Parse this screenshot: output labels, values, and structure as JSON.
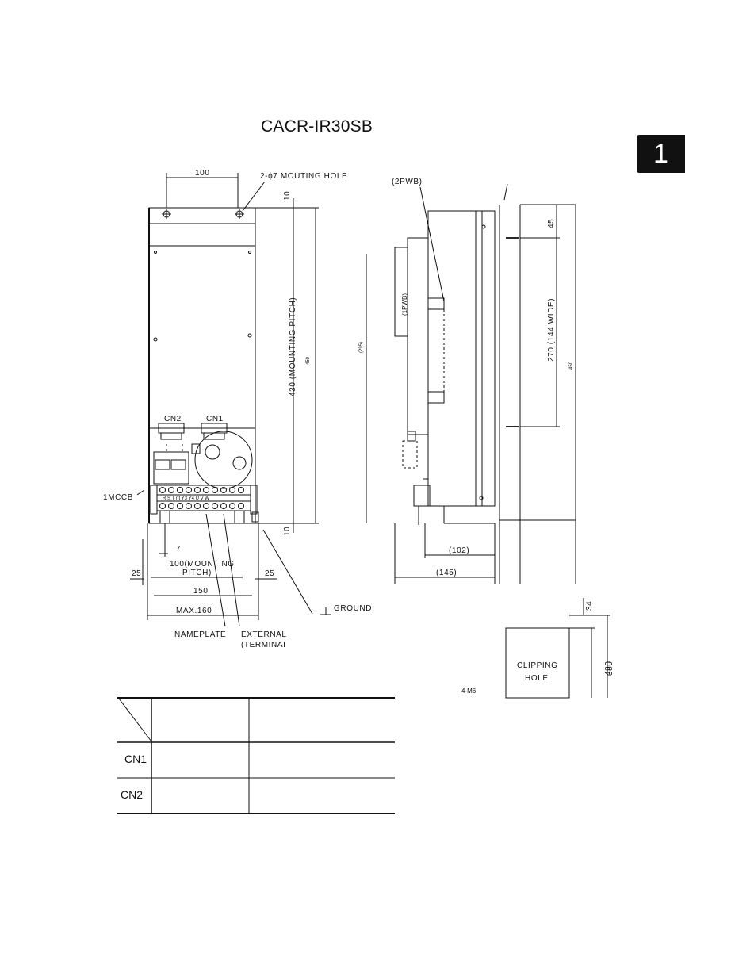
{
  "title": "CACR-IR30SB",
  "page_tab": "1",
  "front_view": {
    "top_dim": "100",
    "hole_note": "2-ϕ7 MOUTING HOLE",
    "top_gap": "10",
    "pitch_label": "430 (MOUNTING PITCH)",
    "height_label": "450",
    "connector_cn2": "CN2",
    "connector_cn1": "CN1",
    "mccb_label": "1MCCB",
    "terminal_labels": "R S T r t Y3 Y4 U V W",
    "bottom_gap": "10",
    "dim_7": "7",
    "mounting_pitch": "100(MOUNTING",
    "mounting_pitch_2": "PITCH)",
    "dim_25_left": "25",
    "dim_25_right": "25",
    "dim_150": "150",
    "dim_max": "MAX.160",
    "nameplate": "NAMEPLATE",
    "external": "EXTERNAL",
    "terminal": "(TERMINAI",
    "ground": "GROUND"
  },
  "side_view": {
    "pwb2": "(2PWB)",
    "pwb1": "(1PWB)",
    "depth_label": "(295)",
    "dim_102": "(102)",
    "dim_145": "(145)"
  },
  "cutout_view": {
    "dim_45": "45",
    "dim_270": "270 (144 WIDE)",
    "dim_450": "450",
    "dim_34": "34",
    "dim_380": "380",
    "dim_430": "430",
    "clip_1": "CLIPPING",
    "clip_2": "HOLE",
    "screw": "4-M6"
  },
  "connector_table": {
    "rows": [
      "CN1",
      "CN2"
    ]
  }
}
